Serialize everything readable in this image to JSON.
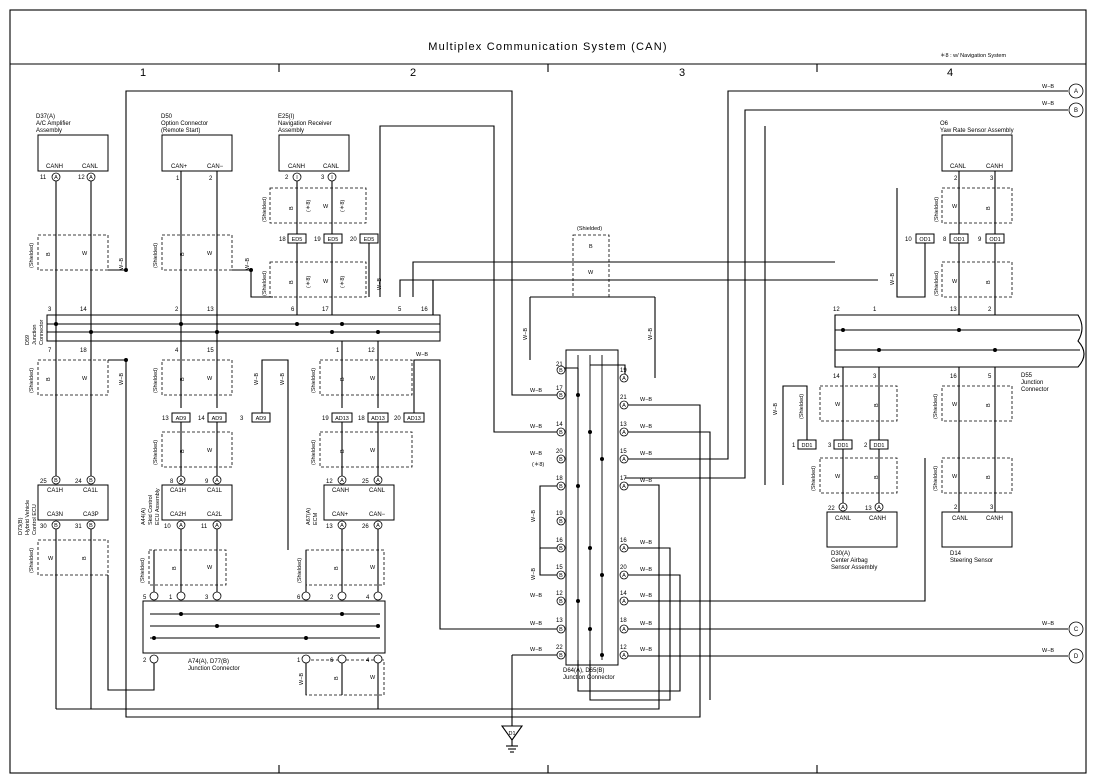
{
  "header": {
    "title": "Multiplex Communication System (CAN)",
    "note": "＊8 : w/ Navigation System",
    "zones": [
      "1",
      "2",
      "3",
      "4"
    ]
  },
  "components": {
    "d37": {
      "id": "D37(A)",
      "name": [
        "A/C Amplifier",
        "Assembly"
      ],
      "pins": [
        {
          "num": "11",
          "conn": "A",
          "label": "CANH"
        },
        {
          "num": "12",
          "conn": "A",
          "label": "CANL"
        }
      ]
    },
    "d50": {
      "id": "D50",
      "name": [
        "Option Connector",
        "(Remote Start)"
      ],
      "pins": [
        {
          "num": "1",
          "label": "CAN+"
        },
        {
          "num": "2",
          "label": "CAN−"
        }
      ]
    },
    "e25": {
      "id": "E25(I)",
      "name": [
        "Navigation Receiver",
        "Assembly"
      ],
      "pins": [
        {
          "num": "2",
          "conn": "I",
          "label": "CANH"
        },
        {
          "num": "3",
          "conn": "I",
          "label": "CANL"
        }
      ]
    },
    "o6": {
      "id": "O6",
      "name": [
        "Yaw Rate Sensor Assembly"
      ],
      "pins": [
        {
          "num": "2",
          "label": "CANL"
        },
        {
          "num": "3",
          "label": "CANH"
        }
      ]
    },
    "d73": {
      "id": "D73(B)",
      "name": [
        "Hybrid Vehicle",
        "Control ECU"
      ],
      "pins": [
        {
          "num": "25",
          "conn": "B",
          "label": "CA1H"
        },
        {
          "num": "24",
          "conn": "B",
          "label": "CA1L"
        },
        {
          "num": "30",
          "conn": "B",
          "label": "CA3N"
        },
        {
          "num": "31",
          "conn": "B",
          "label": "CA3P"
        }
      ]
    },
    "a44": {
      "id": "A44(A)",
      "name": [
        "Skid Control",
        "ECU Assembly"
      ],
      "pins": [
        {
          "num": "8",
          "conn": "A",
          "label": "CA1H"
        },
        {
          "num": "9",
          "conn": "A",
          "label": "CA1L"
        },
        {
          "num": "10",
          "conn": "A",
          "label": "CA2H"
        },
        {
          "num": "11",
          "conn": "A",
          "label": "CA2L"
        }
      ]
    },
    "a67": {
      "id": "A67(A)",
      "name": [
        "ECM"
      ],
      "pins": [
        {
          "num": "12",
          "conn": "A",
          "label": "CANH"
        },
        {
          "num": "25",
          "conn": "A",
          "label": "CANL"
        },
        {
          "num": "13",
          "conn": "A",
          "label": "CAN+"
        },
        {
          "num": "26",
          "conn": "A",
          "label": "CAN−"
        }
      ]
    },
    "d30": {
      "id": "D30(A)",
      "name": [
        "Center Airbag",
        "Sensor Assembly"
      ],
      "pins": [
        {
          "num": "22",
          "conn": "A",
          "label": "CANL"
        },
        {
          "num": "13",
          "conn": "A",
          "label": "CANH"
        }
      ]
    },
    "d14": {
      "id": "D14",
      "name": [
        "Steering Sensor"
      ],
      "pins": [
        {
          "num": "2",
          "label": "CANL"
        },
        {
          "num": "3",
          "label": "CANH"
        }
      ]
    },
    "d59": {
      "id": "D59",
      "name": [
        "Junction",
        "Connector"
      ]
    },
    "d55": {
      "id": "D55",
      "name": [
        "Junction",
        "Connector"
      ]
    },
    "a74": {
      "id": "A74(A), D77(B)",
      "name": [
        "Junction Connector"
      ]
    },
    "d64": {
      "id": "D64(A), D65(B)",
      "name": [
        "Junction Connector"
      ]
    },
    "d1": {
      "id": "D1"
    }
  },
  "labels": {
    "shielded": "(Shielded)",
    "wb": "W−B",
    "b": "B",
    "w": "W",
    "star8": "(＊8)"
  },
  "inline_connectors": [
    "ED5",
    "AD9",
    "AD13",
    "OD1",
    "DD1"
  ],
  "offpage_refs": [
    "A",
    "B",
    "C",
    "D"
  ]
}
